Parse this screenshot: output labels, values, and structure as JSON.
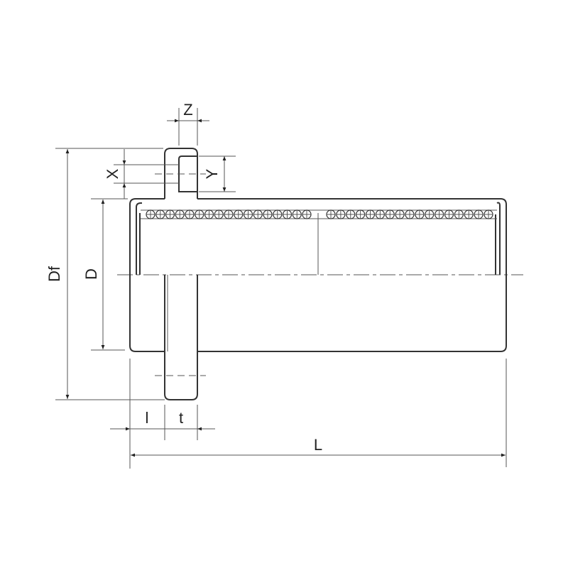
{
  "drawing": {
    "labels": {
      "Z": "Z",
      "X": "X",
      "Y": "Y",
      "Df": "Df",
      "D": "D",
      "l": "l",
      "t": "t",
      "L": "L"
    },
    "line_color": "#333333"
  }
}
